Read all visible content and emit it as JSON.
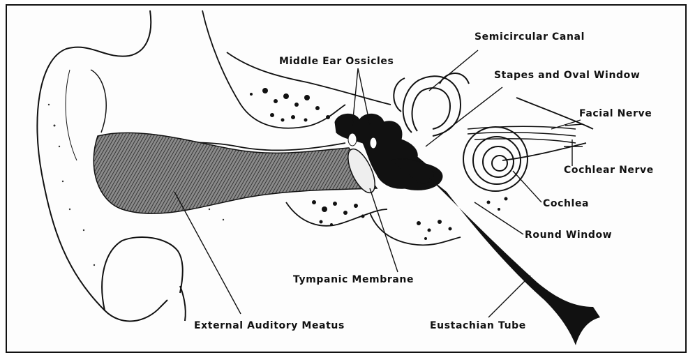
{
  "labels": {
    "semicircular_canal": "Semicircular Canal",
    "middle_ear_ossicles": "Middle Ear Ossicles",
    "stapes_oval_window": "Stapes and Oval Window",
    "facial_nerve": "Facial Nerve",
    "cochlear_nerve": "Cochlear Nerve",
    "cochlea": "Cochlea",
    "round_window": "Round Window",
    "tympanic_membrane": "Tympanic Membrane",
    "external_auditory_meatus": "External Auditory Meatus",
    "eustachian_tube": "Eustachian Tube"
  },
  "colors": {
    "ink": "#111111",
    "canal_shade": "#555555",
    "paper": "#fdfdfd"
  }
}
